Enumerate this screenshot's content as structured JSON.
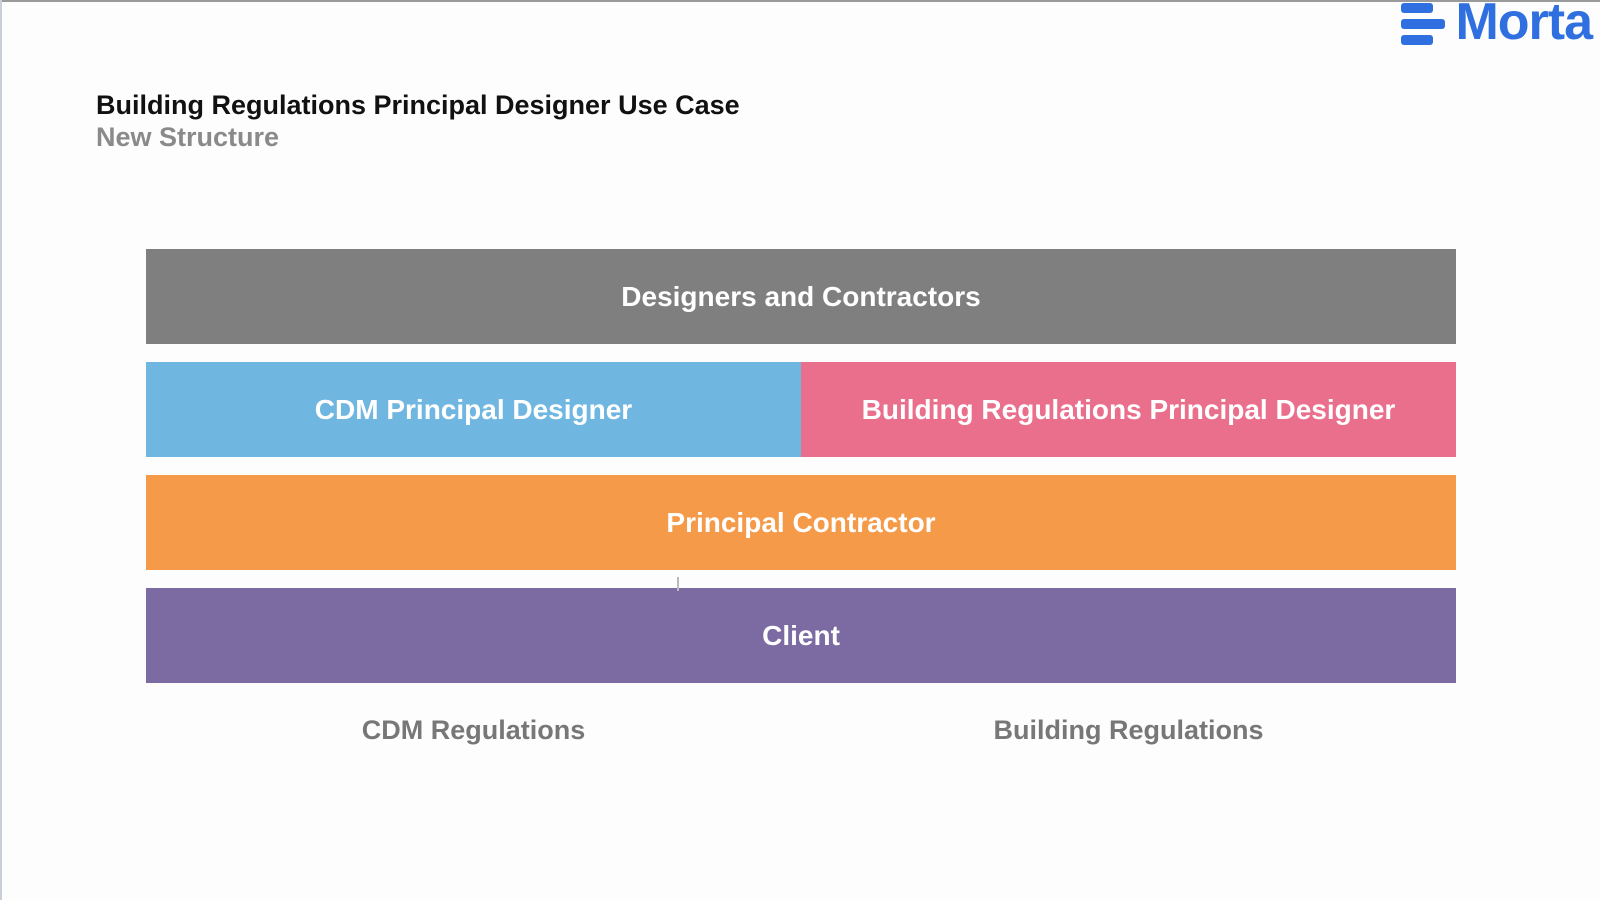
{
  "brand": {
    "logo_text": "Morta",
    "logo_icon": "morta-logo-icon",
    "color": "#2f6fe0"
  },
  "header": {
    "title": "Building Regulations Principal Designer Use Case",
    "subtitle": "New Structure"
  },
  "diagram": {
    "bands": [
      {
        "label": "Designers and Contractors",
        "color": "#7f7f7f"
      },
      {
        "label": "CDM Principal Designer",
        "color": "#6fb7e1"
      },
      {
        "label": "Building Regulations Principal Designer",
        "color": "#ea6f8c"
      },
      {
        "label": "Principal Contractor",
        "color": "#f49a48"
      },
      {
        "label": "Client",
        "color": "#7c6aa2"
      }
    ],
    "regulation_labels": [
      "CDM Regulations",
      "Building Regulations"
    ]
  }
}
